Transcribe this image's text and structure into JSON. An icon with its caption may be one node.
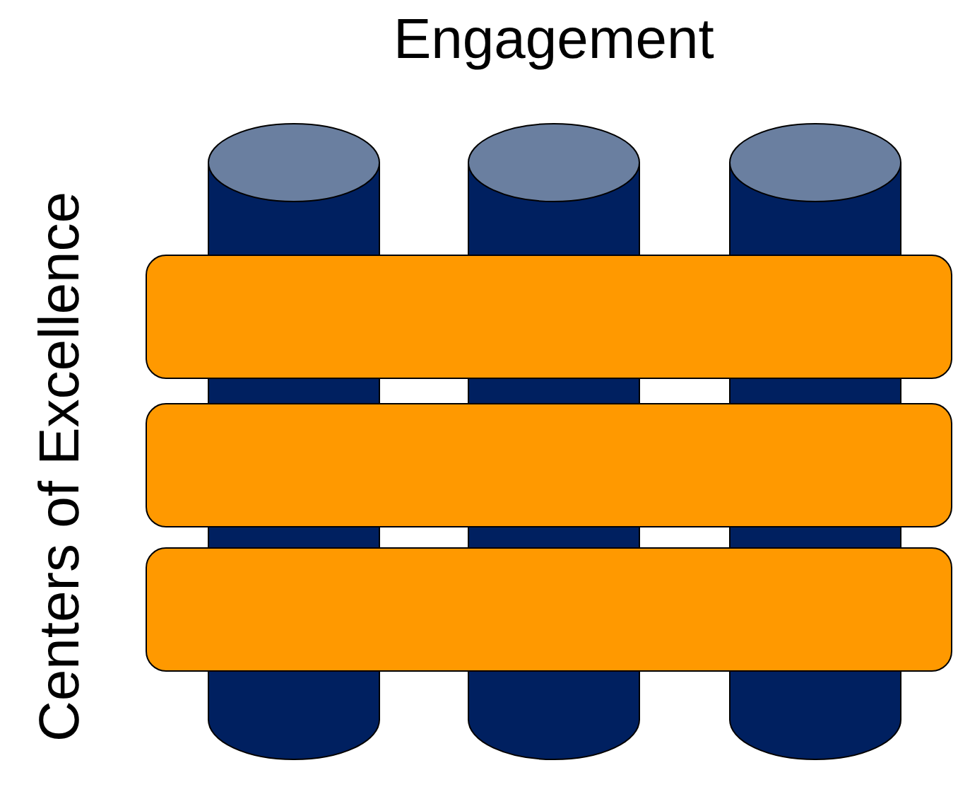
{
  "diagram": {
    "nodes": [
      {
        "text": [],
        "shape": "cylinder"
      },
      {
        "text": [],
        "shape": "cylinder"
      },
      {
        "text": [],
        "shape": "cylinder"
      },
      {
        "text": [],
        "shape": "bar"
      },
      {
        "text": [],
        "shape": "bar"
      },
      {
        "text": [],
        "shape": "bar"
      }
    ],
    "labels": [
      "Engagement",
      "Centers of Excellence"
    ]
  }
}
